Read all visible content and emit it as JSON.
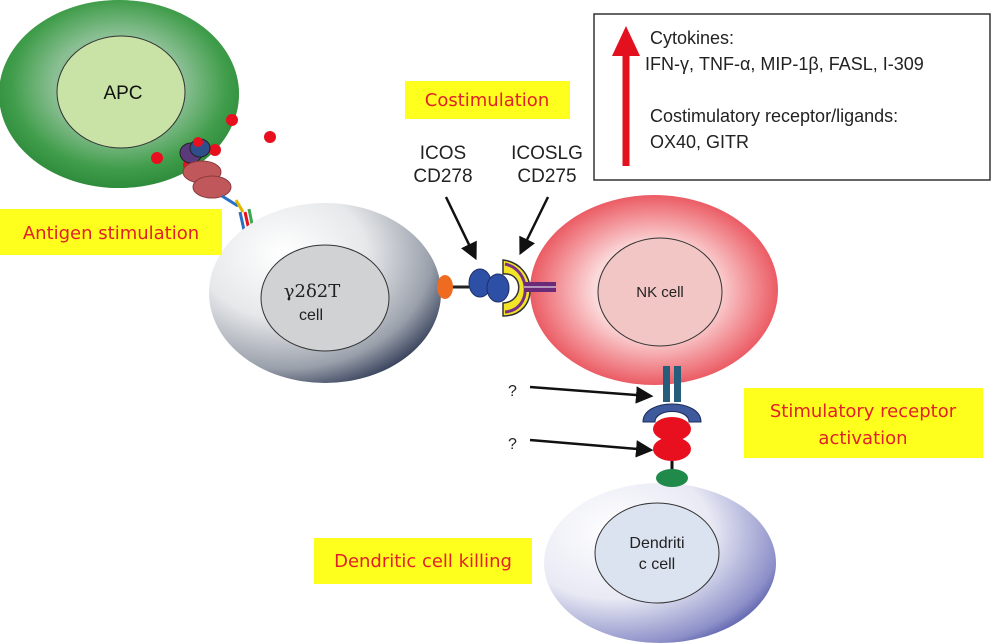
{
  "cells": {
    "apc": "APC",
    "t_cell_line1": "γ2δ2T",
    "t_cell_line2": "cell",
    "nk": "NK cell",
    "dc_line1": "Dendriti",
    "dc_line2": "c cell"
  },
  "callouts": {
    "antigen": "Antigen stimulation",
    "costim": "Costimulation",
    "stimulatory_line1": "Stimulatory receptor",
    "stimulatory_line2": "activation",
    "dc_killing": "Dendritic cell killing"
  },
  "receptors": {
    "icos_line1": "ICOS",
    "icos_line2": "CD278",
    "icoslg_line1": "ICOSLG",
    "icoslg_line2": "CD275"
  },
  "unknowns": {
    "q1": "?",
    "q2": "?"
  },
  "infobox": {
    "cytokines_title": "Cytokines:",
    "cytokines_list": "IFN-γ, TNF-α, MIP-1β, FASL, I-309",
    "costim_title": "Costimulatory receptor/ligands:",
    "costim_list": "OX40, GITR"
  },
  "colors": {
    "apc_dark": "#1f7a2e",
    "nucleus_green": "#c9e3a6",
    "nk_red": "#e8434d",
    "callout_bg": "#ffff1e",
    "callout_text": "#e0202a",
    "arrow_red": "#e3101e",
    "antigen_dot": "#e8101e"
  }
}
